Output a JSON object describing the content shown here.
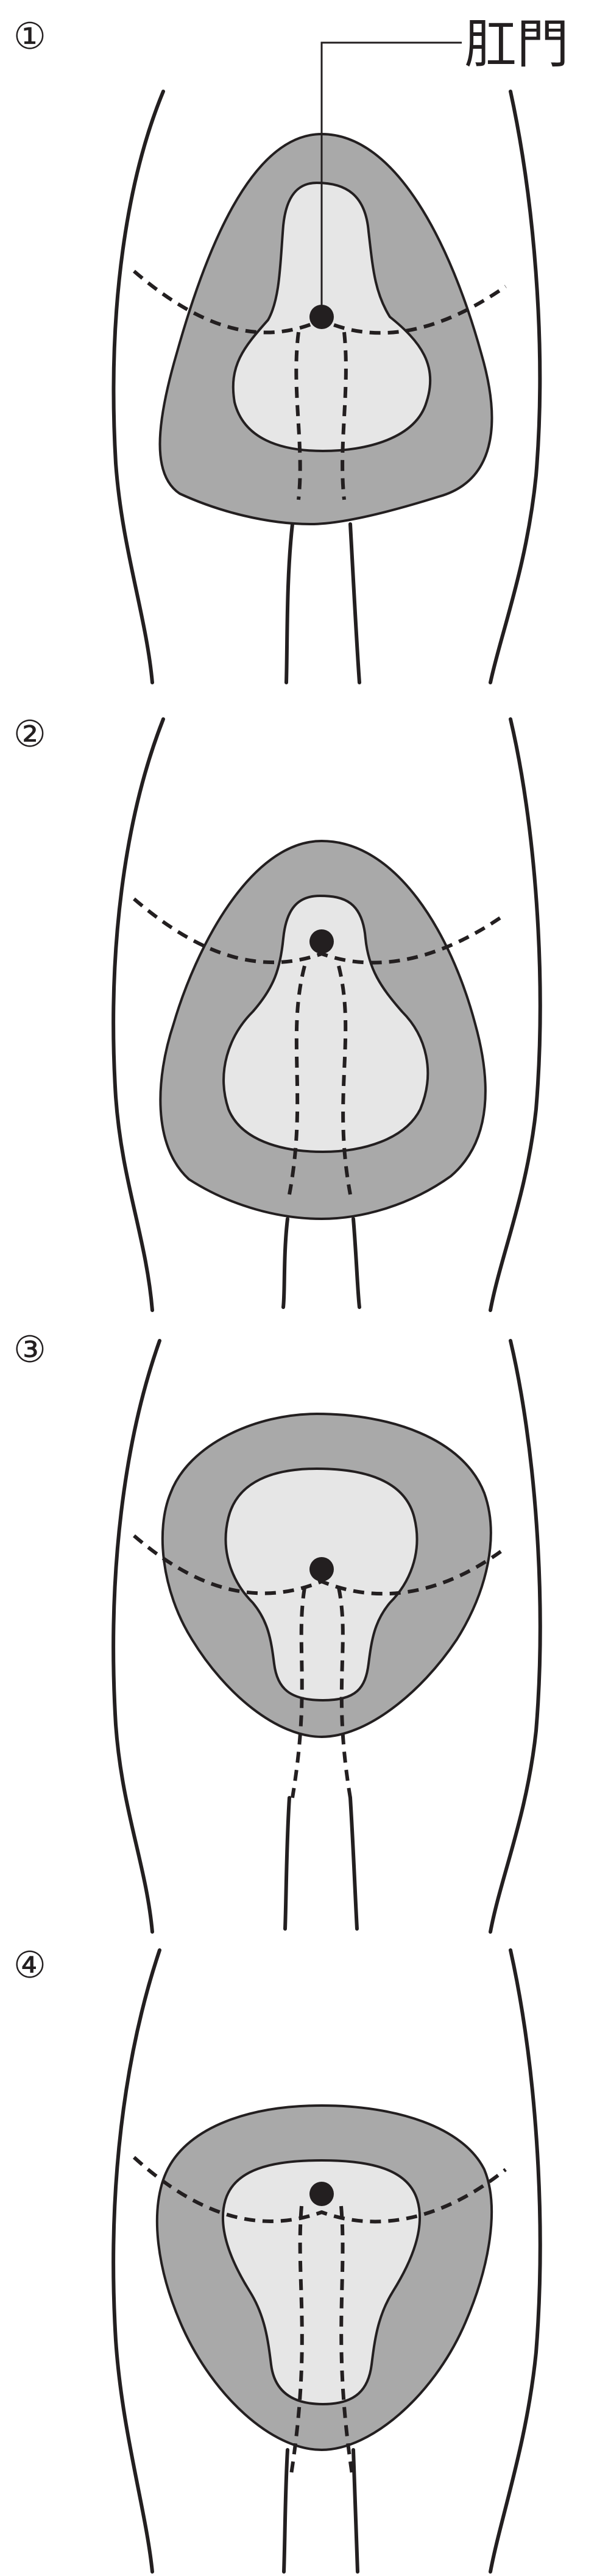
{
  "callout": {
    "label": "肛門"
  },
  "colors": {
    "outer_zone": "#a9a9a9",
    "inner_zone": "#e6e6e6",
    "line": "#231f20",
    "dot": "#231f20"
  },
  "panels": [
    {
      "number": "①"
    },
    {
      "number": "②"
    },
    {
      "number": "③"
    },
    {
      "number": "④"
    }
  ]
}
